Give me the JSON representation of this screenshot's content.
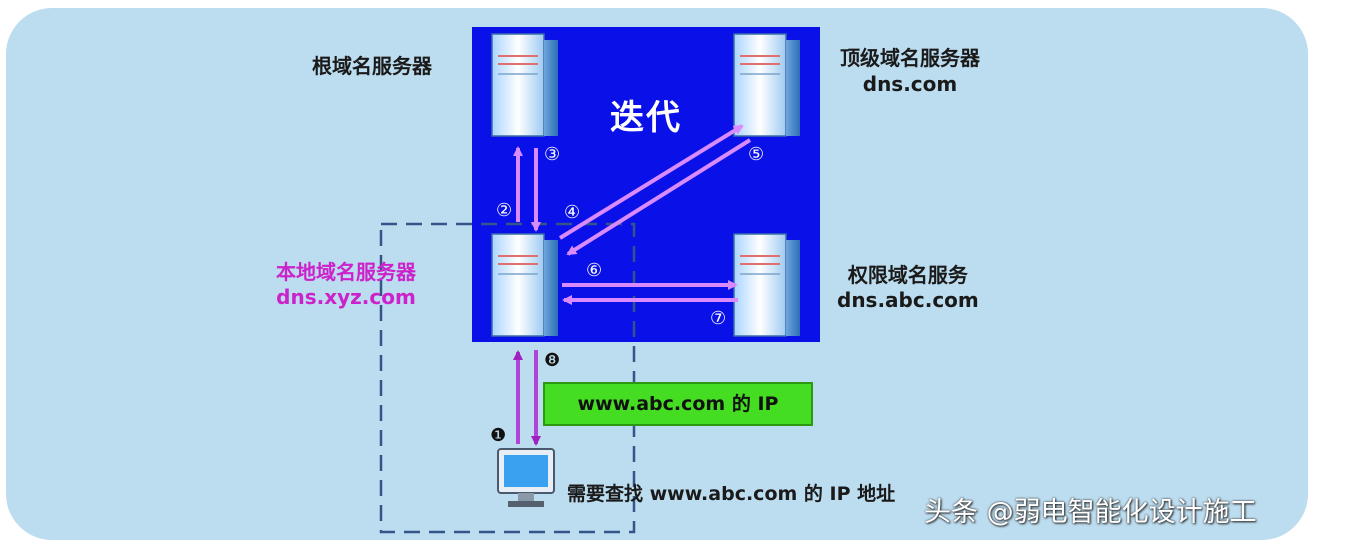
{
  "nodes": {
    "root": {
      "name": "根域名服务器"
    },
    "tld": {
      "name": "顶级域名服务器",
      "domain": "dns.com"
    },
    "local": {
      "name": "本地域名服务器",
      "domain": "dns.xyz.com"
    },
    "auth": {
      "name": "权限域名服务",
      "domain": "dns.abc.com"
    },
    "client": {
      "caption": "需要查找 www.abc.com 的 IP 地址"
    }
  },
  "mode_label": "迭代",
  "answer_label": "www.abc.com 的 IP",
  "steps": [
    "❶",
    "②",
    "③",
    "④",
    "⑤",
    "⑥",
    "⑦",
    "❽"
  ],
  "watermark": "头条 @弱电智能化设计施工",
  "colors": {
    "panel": "#bcdcef",
    "iteration_box": "#0a10e8",
    "arrow": "#d98aff",
    "local_label": "#cc22cc",
    "answer_box": "#44dd22"
  }
}
